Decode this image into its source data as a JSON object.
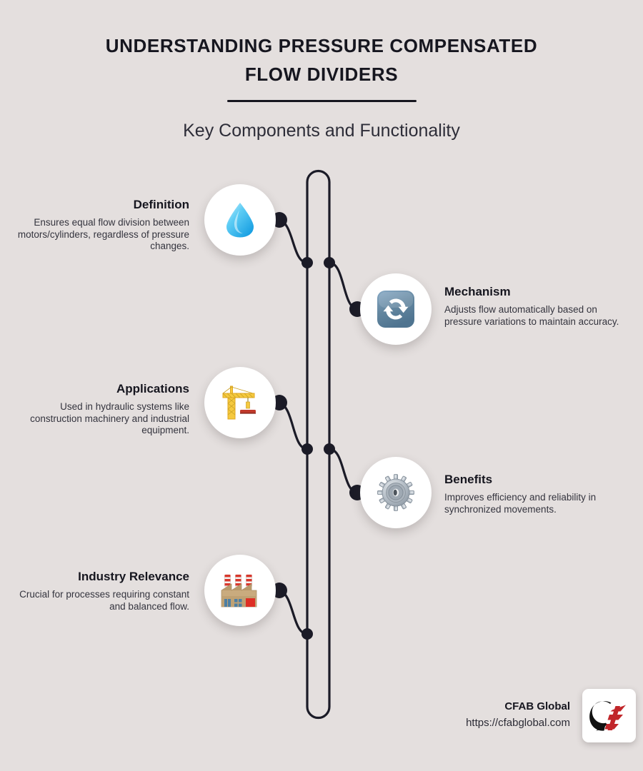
{
  "header": {
    "title_line1": "UNDERSTANDING PRESSURE COMPENSATED",
    "title_line2": "FLOW DIVIDERS",
    "subtitle": "Key Components and Functionality"
  },
  "items": [
    {
      "id": "definition",
      "title": "Definition",
      "desc": "Ensures equal flow division between motors/cylinders, regardless of pressure changes.",
      "icon": "water-droplet-icon",
      "side": "left"
    },
    {
      "id": "mechanism",
      "title": "Mechanism",
      "desc": "Adjusts flow automatically based on pressure variations to maintain accuracy.",
      "icon": "sync-arrows-icon",
      "side": "right"
    },
    {
      "id": "applications",
      "title": "Applications",
      "desc": "Used in hydraulic systems like construction machinery and industrial equipment.",
      "icon": "construction-crane-icon",
      "side": "left"
    },
    {
      "id": "benefits",
      "title": "Benefits",
      "desc": "Improves efficiency and reliability in synchronized movements.",
      "icon": "gear-icon",
      "side": "right"
    },
    {
      "id": "industry-relevance",
      "title": "Industry Relevance",
      "desc": "Crucial for processes requiring constant and balanced flow.",
      "icon": "factory-icon",
      "side": "left"
    }
  ],
  "footer": {
    "brand_name": "CFAB Global",
    "brand_url": "https://cfabglobal.com",
    "logo": "cfab-logo-icon"
  },
  "colors": {
    "background": "#e4dfde",
    "ink": "#16161f",
    "body_text": "#34343e",
    "droplet_blue": "#29b6f0",
    "sync_blue": "#5f86a8",
    "crane_yellow": "#f2c03a",
    "crane_red": "#c0392b",
    "gear_gray": "#9aa2ab",
    "factory_tan": "#c9ab7e",
    "logo_red": "#c1262a"
  }
}
